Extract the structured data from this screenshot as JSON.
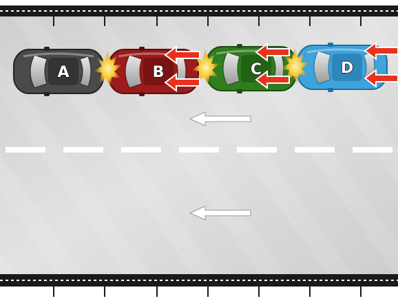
{
  "scene": {
    "colors": {
      "road": "#dcdcdc",
      "edge": "#1a1a1a",
      "lane_dash": "#ffffff",
      "impact_arrow": "#e8321e",
      "flash": "#f3c234",
      "travel_arrow": "#ffffff"
    },
    "cars": [
      {
        "label": "A",
        "color": "#4a4a4a",
        "dark": "#222222"
      },
      {
        "label": "B",
        "color": "#9a1c1c",
        "dark": "#5e0b0b"
      },
      {
        "label": "C",
        "color": "#2f7d1e",
        "dark": "#1a4d0e"
      },
      {
        "label": "D",
        "color": "#3fa3dc",
        "dark": "#1f6fa3"
      }
    ],
    "travel_direction": "left"
  }
}
